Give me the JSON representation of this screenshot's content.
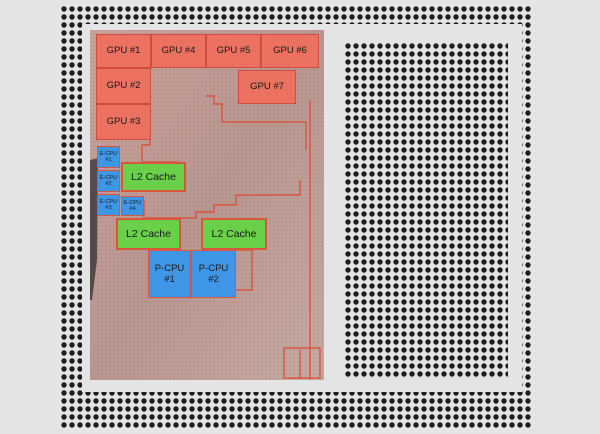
{
  "die": {
    "colors": {
      "background": "#e4e4e4",
      "pad": "#1e1e1e",
      "gpu": "#ef6e5c",
      "cache": "#6ad04a",
      "cpu": "#3f96e6",
      "outline": "#d8553f"
    }
  },
  "blocks": {
    "gpu": [
      "GPU #1",
      "GPU #4",
      "GPU #5",
      "GPU #6",
      "GPU #2",
      "GPU #7",
      "GPU #3"
    ],
    "cache": [
      "L2 Cache",
      "L2 Cache",
      "L2 Cache"
    ],
    "pcpu": [
      "P-CPU\n#1",
      "P-CPU\n#2"
    ],
    "ecpu": [
      "E-CPU\n#1",
      "E-CPU\n#2",
      "E-CPU\n#3",
      "E-CPU\n#4"
    ]
  }
}
